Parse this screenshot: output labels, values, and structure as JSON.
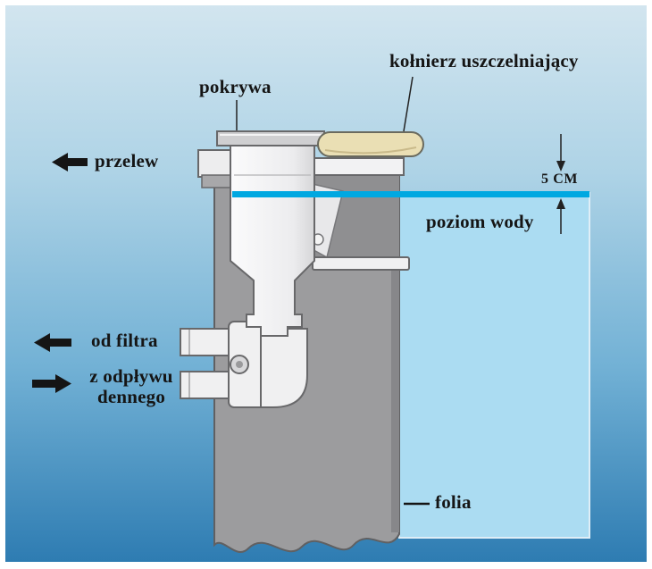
{
  "labels": {
    "sealing_collar": "kołnierz uszczelniający",
    "cover": "pokrywa",
    "overflow": "przelew",
    "distance": "5 CM",
    "water_level": "poziom wody",
    "from_filter": "od filtra",
    "from_drain_line1": "z odpływu",
    "from_drain_line2": "dennego",
    "liner": "folia"
  },
  "colors": {
    "background_top": "#d2e5ef",
    "background_bottom": "#2e7cb2",
    "water_line": "#00a8e1",
    "water_fill": "#abdcf2",
    "wall_gray": "#9c9c9e",
    "skimmer_body": "#f0f0f1",
    "sealing_collar_beige": "#eadfb4",
    "text": "#151515"
  }
}
